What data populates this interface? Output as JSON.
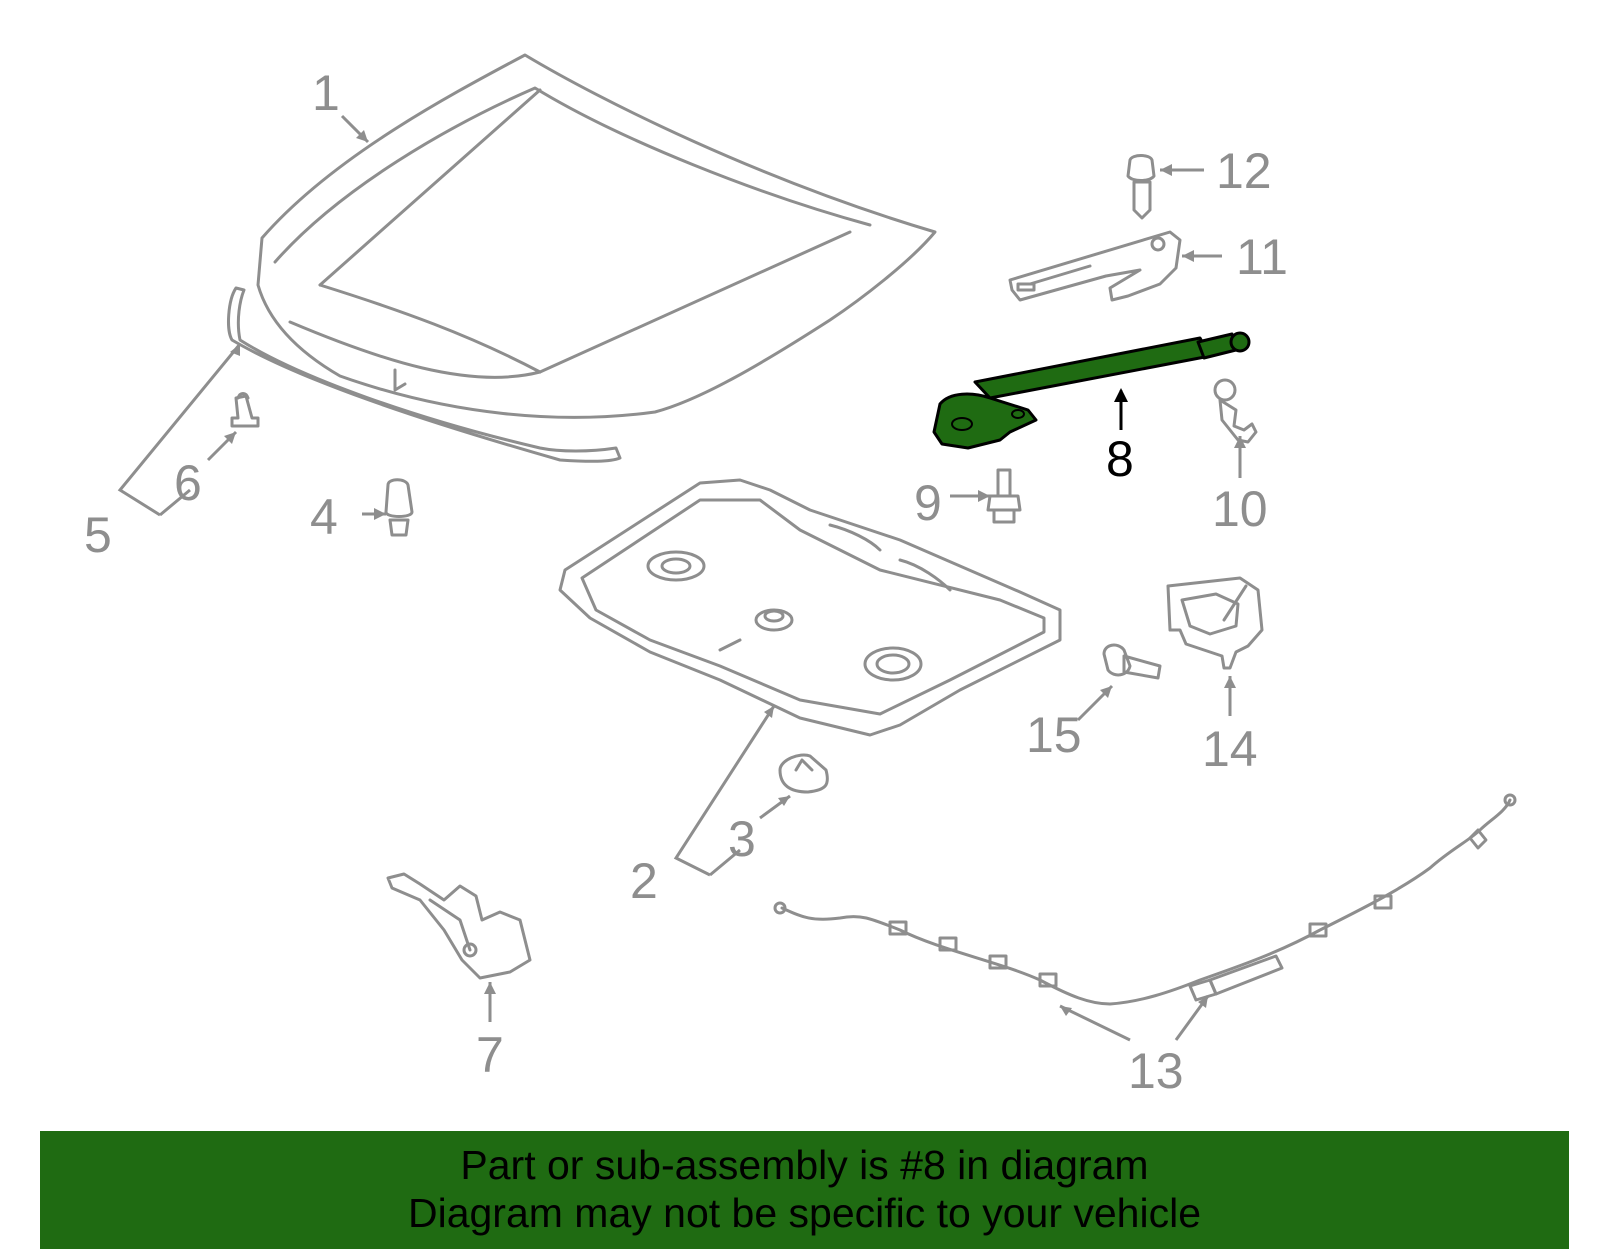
{
  "callouts": {
    "c1": "1",
    "c2": "2",
    "c3": "3",
    "c4": "4",
    "c5": "5",
    "c6": "6",
    "c7": "7",
    "c8": "8",
    "c9": "9",
    "c10": "10",
    "c11": "11",
    "c12": "12",
    "c13": "13",
    "c14": "14",
    "c15": "15"
  },
  "highlighted_part": "8",
  "colors": {
    "highlight": "#1f6b12",
    "line_art": "#8e8e8e",
    "banner_bg": "#1f6b12"
  },
  "banner": {
    "line1": "Part or sub-assembly is #8 in diagram",
    "line2": "Diagram may not be specific to your vehicle"
  }
}
